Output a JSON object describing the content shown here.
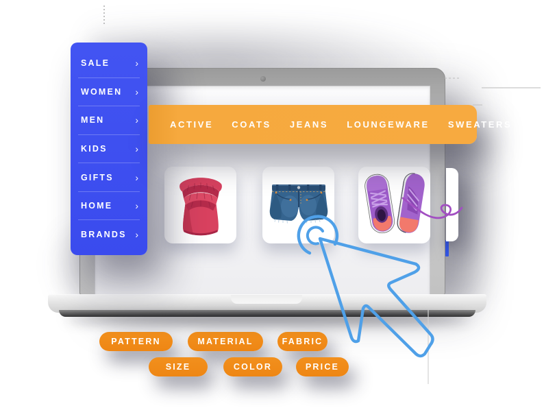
{
  "sidebar": {
    "chevron": "›",
    "items": [
      {
        "label": "SALE"
      },
      {
        "label": "WOMEN"
      },
      {
        "label": "MEN"
      },
      {
        "label": "KIDS"
      },
      {
        "label": "GIFTS"
      },
      {
        "label": "HOME"
      },
      {
        "label": "BRANDS"
      }
    ]
  },
  "topnav": {
    "items": [
      "ACTIVE",
      "COATS",
      "JEANS",
      "LOUNGEWARE",
      "SWEATERS"
    ]
  },
  "filters": {
    "row1": [
      "PATTERN",
      "MATERIAL",
      "FABRIC"
    ],
    "row2": [
      "SIZE",
      "COLOR",
      "PRICE"
    ]
  },
  "products": {
    "items": [
      {
        "name": "red-ruffled-top"
      },
      {
        "name": "denim-shorts"
      },
      {
        "name": "purple-sneakers"
      }
    ]
  },
  "icons": {
    "cursor": "pointer-arrow",
    "click_indicator": "double-circle"
  },
  "colors": {
    "sidebar_blue": "#3C4FF0",
    "nav_amber": "#F6A93E",
    "tag_orange": "#EE8614",
    "cursor_blue": "#4FA0E8",
    "lace_purple": "#A24FC2"
  }
}
